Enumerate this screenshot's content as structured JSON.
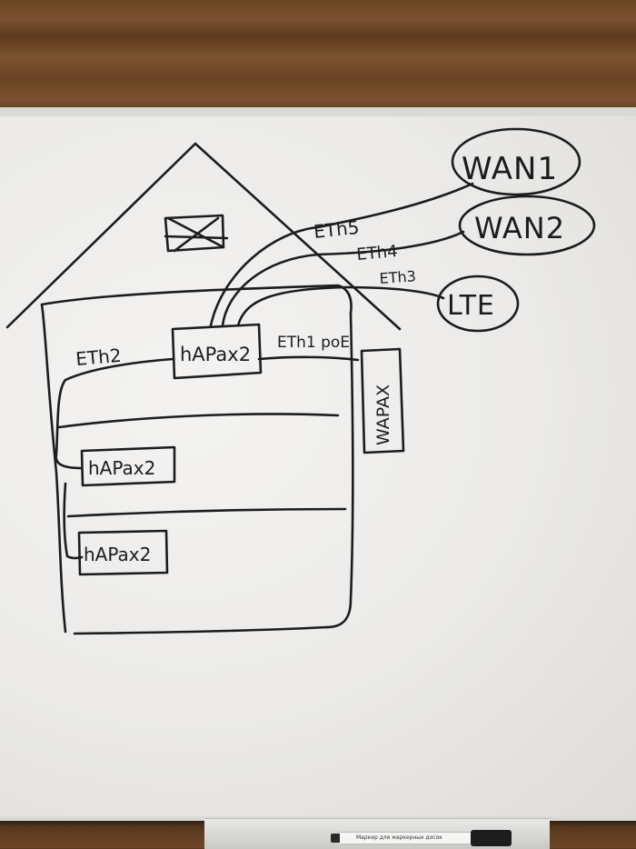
{
  "labels": {
    "wan1": "WAN1",
    "wan2": "WAN2",
    "lte": "LTE",
    "eth5": "ETh5",
    "eth4": "ETh4",
    "eth3": "ETh3",
    "eth2": "ETh2",
    "eth1poe": "ETh1 poE",
    "router_main": "hAPax2",
    "router_floor2": "hAPax2",
    "router_floor3": "hAPax2",
    "wapax": "WAPAX"
  },
  "marker": {
    "label": "Маркер для маркерных досок"
  },
  "colors": {
    "ink": "#1c1c1f",
    "board": "#eeedeb",
    "frame": "#d9d9d6",
    "wood": "#6e4726"
  }
}
